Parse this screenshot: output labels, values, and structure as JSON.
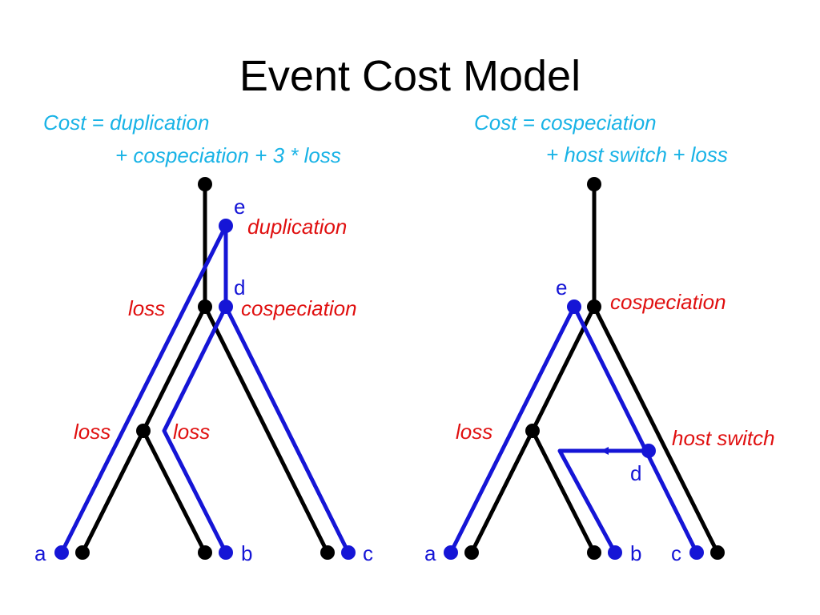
{
  "title": "Event Cost Model",
  "left": {
    "formula_line1": "Cost = duplication",
    "formula_line2_part1": "+ cospeciation  + 3 * ",
    "formula_line2_part2": "loss",
    "events": {
      "duplication": "duplication",
      "cospeciation": "cospeciation",
      "loss_top": "loss",
      "loss_mid_left": "loss",
      "loss_mid_right": "loss"
    },
    "nodes": {
      "e": "e",
      "d": "d",
      "a": "a",
      "b": "b",
      "c": "c"
    }
  },
  "right": {
    "formula_line1": "Cost = cospeciation",
    "formula_line2": "+ host switch + loss",
    "events": {
      "cospeciation": "cospeciation",
      "loss": "loss",
      "host_switch": "host switch"
    },
    "nodes": {
      "e": "e",
      "d": "d",
      "a": "a",
      "b": "b",
      "c": "c"
    }
  },
  "colors": {
    "host_tree": "#000000",
    "parasite_tree": "#1515d6",
    "event_label": "#e01010",
    "formula": "#19b3e6"
  }
}
